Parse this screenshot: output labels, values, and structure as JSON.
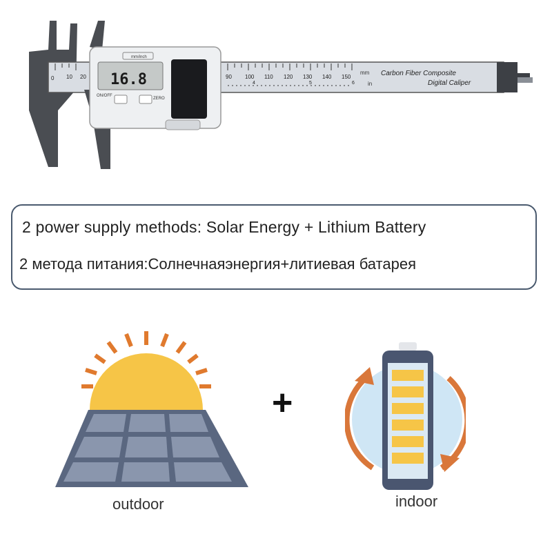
{
  "caliper": {
    "display_value": "16.8",
    "unit_button": "mm/inch",
    "onoff_label": "ON/OFF",
    "zero_label": "ZERO",
    "brand_line1": "Carbon Fiber Composite",
    "brand_line2": "Digital Caliper",
    "mm_label": "mm",
    "in_label": "in",
    "scale_numbers": [
      "0",
      "10",
      "20",
      "90",
      "100",
      "110",
      "120",
      "130",
      "140",
      "150"
    ],
    "inch_numbers": [
      "4",
      "5",
      "6"
    ]
  },
  "power_box": {
    "english": "2 power supply methods: Solar Energy + Lithium Battery",
    "russian": "2 метода питания:Солнечнаяэнергия+литиевая батарея"
  },
  "plus_sign": "+",
  "outdoor_label": "outdoor",
  "indoor_label": "indoor",
  "colors": {
    "box_border": "#4a5a6e",
    "sun": "#f6c547",
    "sun_rays": "#e07a2e",
    "panel_frame": "#5a6780",
    "panel_cell": "#8a96ad",
    "battery_body": "#4a5670",
    "battery_cells": "#f6c547",
    "arrow": "#d9773a",
    "halo": "#cfe6f5"
  }
}
